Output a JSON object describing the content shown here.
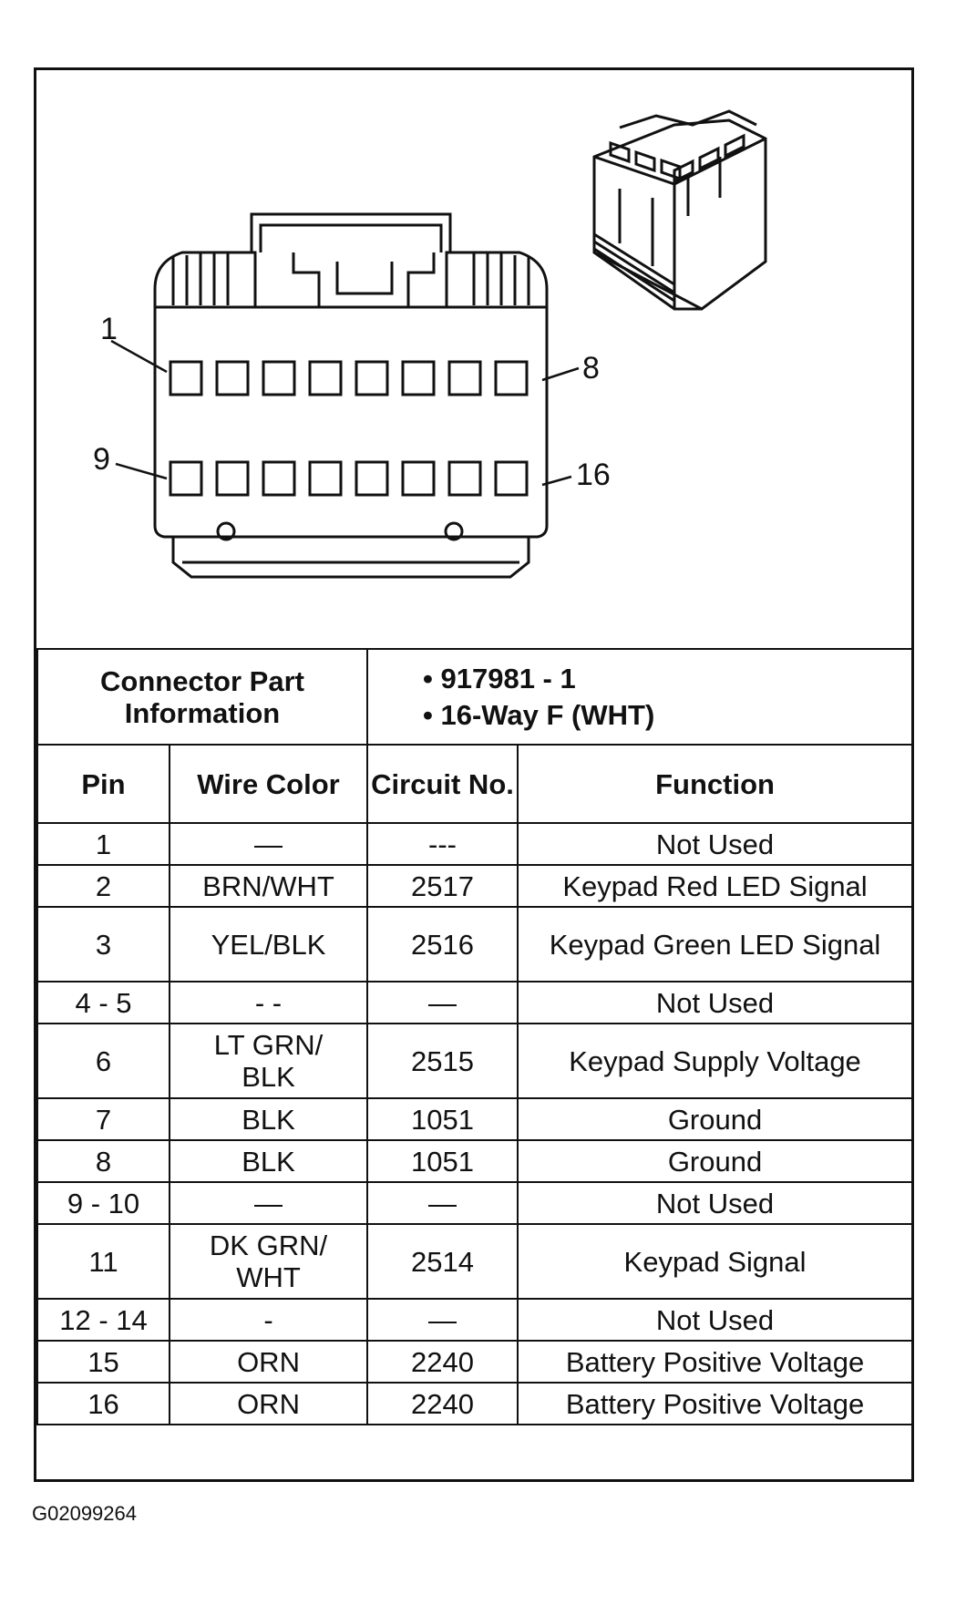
{
  "diagram": {
    "pin_labels": {
      "top_left": "1",
      "top_right": "8",
      "bottom_left": "9",
      "bottom_right": "16"
    }
  },
  "connector_info": {
    "label": "Connector Part Information",
    "items": [
      "917981 - 1",
      "16-Way F (WHT)"
    ]
  },
  "table": {
    "headers": {
      "pin": "Pin",
      "wire_color": "Wire Color",
      "circuit": "Circuit No.",
      "function": "Function"
    },
    "rows": [
      {
        "pin": "1",
        "wire": "—",
        "circuit": "---",
        "function": "Not Used"
      },
      {
        "pin": "2",
        "wire": "BRN/WHT",
        "circuit": "2517",
        "function": "Keypad Red LED Signal"
      },
      {
        "pin": "3",
        "wire": "YEL/BLK",
        "circuit": "2516",
        "function": "Keypad Green LED Signal"
      },
      {
        "pin": "4 - 5",
        "wire": "- -",
        "circuit": "—",
        "function": "Not Used"
      },
      {
        "pin": "6",
        "wire": "LT GRN/ BLK",
        "circuit": "2515",
        "function": "Keypad Supply Voltage"
      },
      {
        "pin": "7",
        "wire": "BLK",
        "circuit": "1051",
        "function": "Ground"
      },
      {
        "pin": "8",
        "wire": "BLK",
        "circuit": "1051",
        "function": "Ground"
      },
      {
        "pin": "9 - 10",
        "wire": "—",
        "circuit": "—",
        "function": "Not Used"
      },
      {
        "pin": "11",
        "wire": "DK GRN/ WHT",
        "circuit": "2514",
        "function": "Keypad Signal"
      },
      {
        "pin": "12 - 14",
        "wire": "-",
        "circuit": "—",
        "function": "Not Used"
      },
      {
        "pin": "15",
        "wire": "ORN",
        "circuit": "2240",
        "function": "Battery Positive Voltage"
      },
      {
        "pin": "16",
        "wire": "ORN",
        "circuit": "2240",
        "function": "Battery Positive Voltage"
      }
    ]
  },
  "figure_id": "G02099264"
}
